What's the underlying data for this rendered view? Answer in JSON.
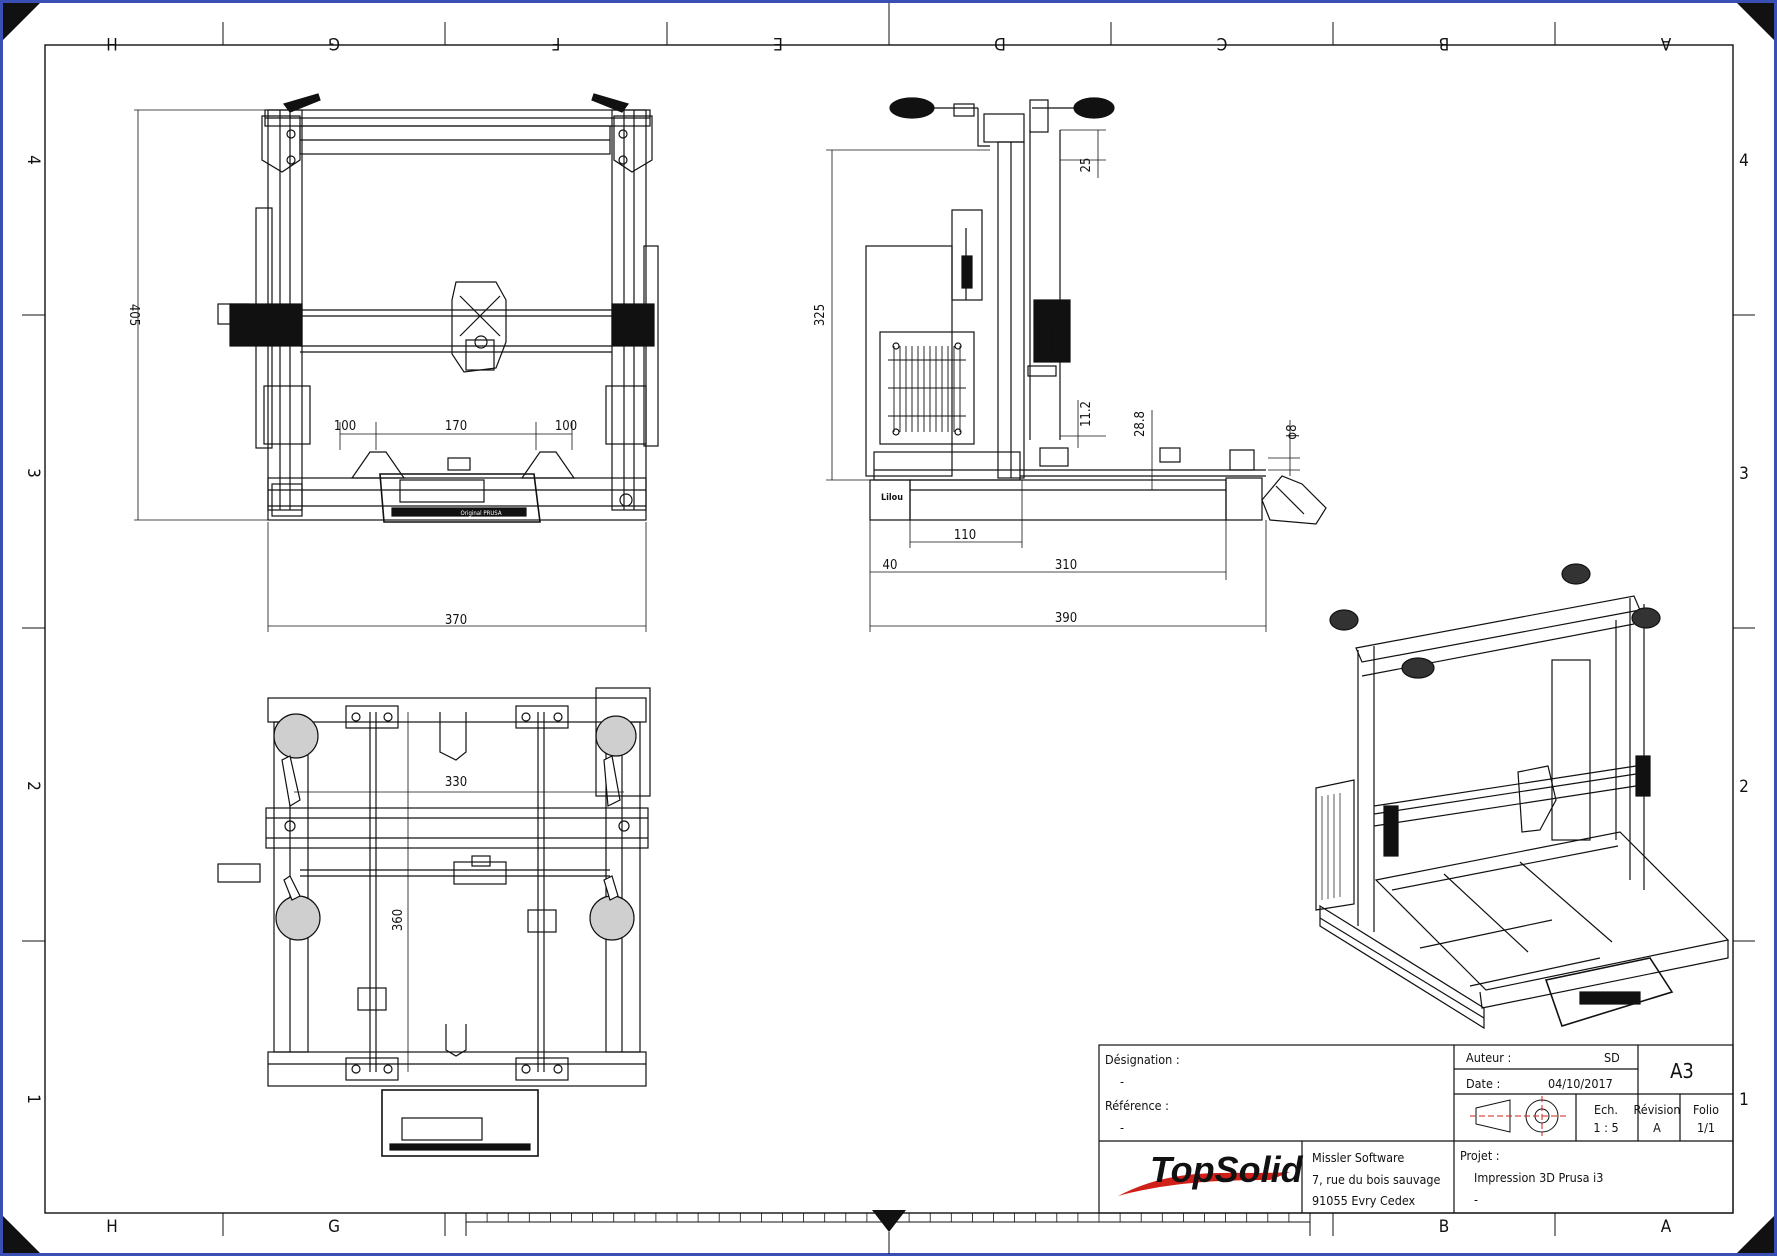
{
  "zones": {
    "columns": [
      "H",
      "G",
      "F",
      "E",
      "D",
      "C",
      "B",
      "A"
    ],
    "rows": [
      "4",
      "3",
      "2",
      "1"
    ]
  },
  "dimensions": {
    "front_height": "405",
    "front_spacing_left": "100",
    "front_spacing_mid": "170",
    "front_spacing_right": "100",
    "front_width": "370",
    "side_height": "325",
    "side_top_offset": "25",
    "side_small_height": "11.2",
    "side_mid_height": "28.8",
    "side_diameter": "ϕ8",
    "side_depth_a": "110",
    "side_depth_b": "40",
    "side_depth_c": "310",
    "side_total_depth": "390",
    "top_width": "330",
    "top_depth": "360"
  },
  "nameplate": {
    "front": "Original PRUSA",
    "side": "Lilou"
  },
  "title_block": {
    "designation_label": "Désignation :",
    "designation_value": "-",
    "reference_label": "Référence :",
    "reference_value": "-",
    "author_label": "Auteur :",
    "author_value": "SD",
    "date_label": "Date :",
    "date_value": "04/10/2017",
    "format": "A3",
    "scale_label": "Ech.",
    "scale_value": "1 : 5",
    "revision_label": "Révision",
    "revision_value": "A",
    "folio_label": "Folio",
    "folio_value": "1/1",
    "logo_text": "TopSolid",
    "company_name": "Missler Software",
    "address_line1": "7, rue du bois sauvage",
    "address_line2": "91055 Evry Cedex",
    "project_label": "Projet :",
    "project_value": "Impression 3D  Prusa i3",
    "project_sub": "-"
  },
  "colors": {
    "line": "#111111",
    "border_accent": "#3a4fb4",
    "logo_accent": "#d0201a",
    "center_line": "#d0201a"
  }
}
